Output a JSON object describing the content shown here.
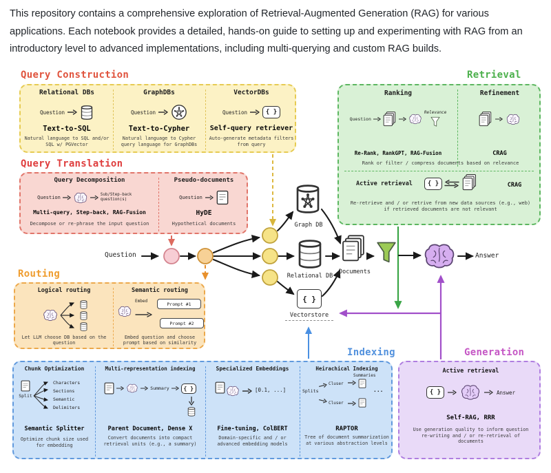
{
  "intro": {
    "text": "This repository contains a comprehensive exploration of Retrieval-Augmented Generation (RAG) for various applications. Each notebook provides a detailed, hands-on guide to setting up and experimenting with RAG from an introductory level to advanced implementations, including multi-querying and custom RAG builds."
  },
  "icons": {
    "curly_braces": "{ }",
    "ellipsis": "..."
  },
  "flow": {
    "question": "Question",
    "graph_db": "Graph DB",
    "relational_db": "Relational DB",
    "vectorstore": "Vectorstore",
    "documents": "Documents",
    "answer": "Answer"
  },
  "colors": {
    "query_construction": "#e0543e",
    "query_translation": "#df3e3e",
    "retrieval": "#4cb04c",
    "routing": "#ef9d2f",
    "indexing": "#5291dd",
    "generation": "#c557c5"
  },
  "query_construction": {
    "title": "Query Construction",
    "cols": [
      {
        "header": "Relational DBs",
        "input": "Question",
        "method": "Text-to-SQL",
        "desc": "Natural language to SQL and/or SQL w/ PGVector"
      },
      {
        "header": "GraphDBs",
        "input": "Question",
        "method": "Text-to-Cypher",
        "desc": "Natural language to Cypher query language for GraphDBs"
      },
      {
        "header": "VectorDBs",
        "input": "Question",
        "method": "Self-query retriever",
        "desc": "Auto-generate metadata filters from query"
      }
    ]
  },
  "query_translation": {
    "title": "Query Translation",
    "decomposition": {
      "header": "Query Decomposition",
      "input": "Question",
      "note": "Sub/Step-back question(s)",
      "method": "Multi-query, Step-back, RAG-Fusion",
      "desc": "Decompose or re-phrase the input question"
    },
    "pseudo": {
      "header": "Pseudo-documents",
      "input": "Question",
      "method": "HyDE",
      "desc": "Hypothetical documents"
    }
  },
  "retrieval": {
    "title": "Retrieval",
    "ranking": {
      "header": "Ranking",
      "input": "Question",
      "relevance": "Relevance",
      "method": "Re-Rank, RankGPT, RAG-Fusion"
    },
    "refinement": {
      "header": "Refinement",
      "method": "CRAG"
    },
    "ranking_desc": "Rank or filter / compress documents based on relevance",
    "active": {
      "header": "Active retrieval",
      "method": "CRAG",
      "desc": "Re-retrieve and / or retrive from new data sources (e.g., web) if retrieved documents are not relevant"
    }
  },
  "routing": {
    "title": "Routing",
    "logical": {
      "header": "Logical routing",
      "desc": "Let LLM choose DB based on the question"
    },
    "semantic": {
      "header": "Semantic routing",
      "embed": "Embed",
      "prompt1": "Prompt #1",
      "prompt2": "Prompt #2",
      "desc": "Embed question and choose prompt based on similarity"
    }
  },
  "indexing": {
    "title": "Indexing",
    "cols": [
      {
        "header": "Chunk Optimization",
        "split": "Split",
        "options": [
          "Characters",
          "Sections",
          "Semantic",
          "Delimiters"
        ],
        "method": "Semantic Splitter",
        "desc": "Optimize chunk size used for embedding"
      },
      {
        "header": "Multi-representation indexing",
        "summary": "Summary",
        "method": "Parent Document, Dense X",
        "desc": "Convert documents into compact retrieval units (e.g., a summary)"
      },
      {
        "header": "Specialized Embeddings",
        "vector": "[0.1, ...]",
        "method": "Fine-tuning, ColBERT",
        "desc": "Domain-specific and / or advanced embedding models"
      },
      {
        "header": "Heirachical Indexing",
        "splits": "Splits",
        "cluster1": "Cluser",
        "cluster2": "Cluser",
        "summaries": "Summaries",
        "method": "RAPTOR",
        "desc": "Tree of document summarization at various abstraction levels"
      }
    ]
  },
  "generation": {
    "title": "Generation",
    "header": "Active retrieval",
    "answer": "Answer",
    "method": "Self-RAG, RRR",
    "desc": "Use generation quality to inform question re-writing and / or re-retrieval of documents"
  }
}
